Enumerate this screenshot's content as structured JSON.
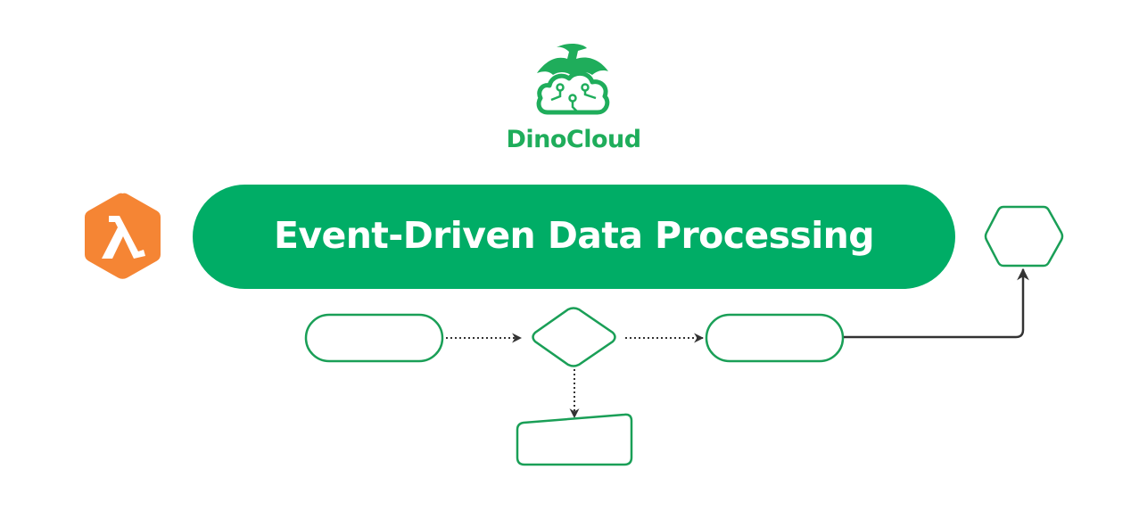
{
  "brand": {
    "name": "DinoCloud",
    "logo_icon": "pterodactyl-cloud-icon",
    "color": "#1fad5b"
  },
  "header": {
    "title": "Event-Driven Data Processing",
    "pill_color": "#00ad66",
    "title_color": "#ffffff"
  },
  "service_icon": {
    "name": "aws-lambda-icon",
    "glyph": "λ",
    "color": "#f58534"
  },
  "flowchart": {
    "stroke_color": "#1a9f57",
    "connector_color": "#333333",
    "nodes": [
      {
        "id": "start",
        "shape": "terminator",
        "label": ""
      },
      {
        "id": "decision",
        "shape": "diamond",
        "label": ""
      },
      {
        "id": "process",
        "shape": "terminator",
        "label": ""
      },
      {
        "id": "manual-input",
        "shape": "manual-input",
        "label": ""
      },
      {
        "id": "preparation",
        "shape": "hexagon",
        "label": ""
      }
    ],
    "edges": [
      {
        "from": "start",
        "to": "decision",
        "style": "dotted"
      },
      {
        "from": "decision",
        "to": "process",
        "style": "dotted"
      },
      {
        "from": "decision",
        "to": "manual-input",
        "style": "dotted"
      },
      {
        "from": "process",
        "to": "preparation",
        "style": "solid"
      }
    ]
  }
}
